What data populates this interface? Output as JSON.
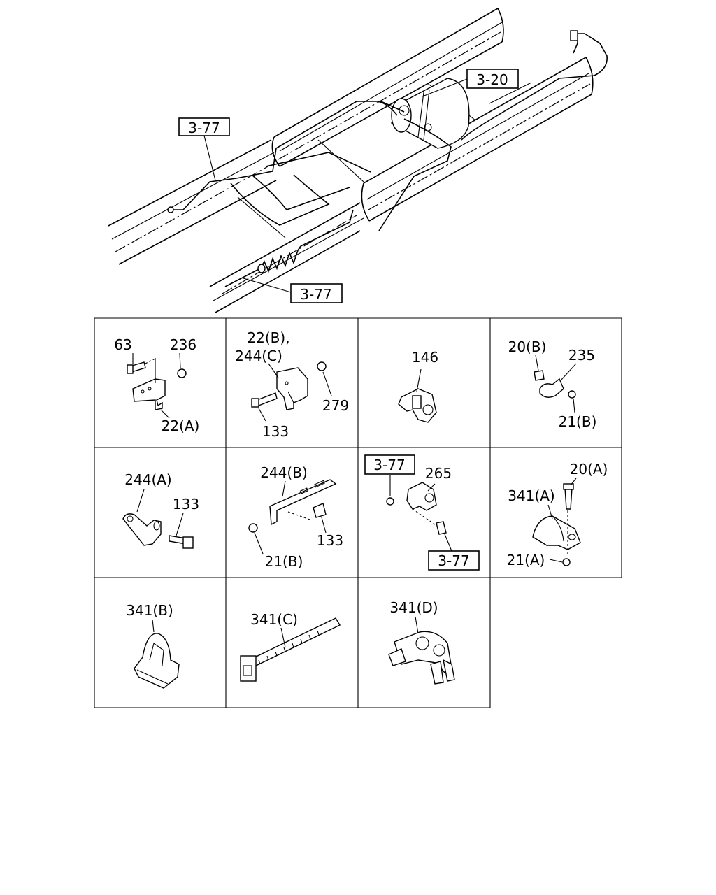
{
  "overview": {
    "refs": [
      "3-77",
      "3-20",
      "3-77"
    ]
  },
  "grid": {
    "cells": [
      {
        "labels": [
          "63",
          "236",
          "22(A)"
        ]
      },
      {
        "labels": [
          "22(B),",
          "244(C)",
          "279",
          "133"
        ]
      },
      {
        "labels": [
          "146"
        ]
      },
      {
        "labels": [
          "20(B)",
          "235",
          "21(B)"
        ]
      },
      {
        "labels": [
          "244(A)",
          "133"
        ]
      },
      {
        "labels": [
          "244(B)",
          "133",
          "21(B)"
        ]
      },
      {
        "labels": [
          "265"
        ],
        "refs": [
          "3-77",
          "3-77"
        ]
      },
      {
        "labels": [
          "20(A)",
          "341(A)",
          "21(A)"
        ]
      },
      {
        "labels": [
          "341(B)"
        ]
      },
      {
        "labels": [
          "341(C)"
        ]
      },
      {
        "labels": [
          "341(D)"
        ]
      }
    ]
  }
}
